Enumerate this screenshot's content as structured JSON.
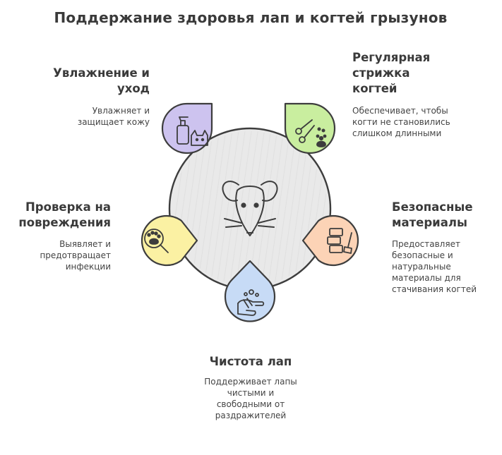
{
  "title": "Поддержание здоровья лап и когтей грызунов",
  "center_icon": "mouse-face-icon",
  "items": [
    {
      "key": "moisturizing",
      "heading": "Увлажнение и уход",
      "description": "Увлажняет и защищает кожу",
      "icon": "lotion-bottle-cat-icon",
      "color": "#cdc3ef"
    },
    {
      "key": "trimming",
      "heading": "Регулярная стрижка когтей",
      "description": "Обеспечивает, чтобы когти не становились слишком длинными",
      "icon": "scissors-paw-icon",
      "color": "#c9ee9f"
    },
    {
      "key": "materials",
      "heading": "Безопасные материалы",
      "description": "Предоставляет безопасные и натуральные материалы для стачивания когтей",
      "icon": "blocks-brush-icon",
      "color": "#fcd3b6"
    },
    {
      "key": "cleanliness",
      "heading": "Чистота лап",
      "description": "Поддерживает лапы чистыми и свободными от раздражителей",
      "icon": "washing-hands-icon",
      "color": "#c7dbf6"
    },
    {
      "key": "inspection",
      "heading": "Проверка на повреждения",
      "description": "Выявляет и предотвращает инфекции",
      "icon": "paw-magnifier-icon",
      "color": "#fbf1a3"
    }
  ],
  "colors": {
    "center_fill": "#e9e9e9",
    "outline": "#3d3d3d",
    "text": "#3a3a3a"
  }
}
